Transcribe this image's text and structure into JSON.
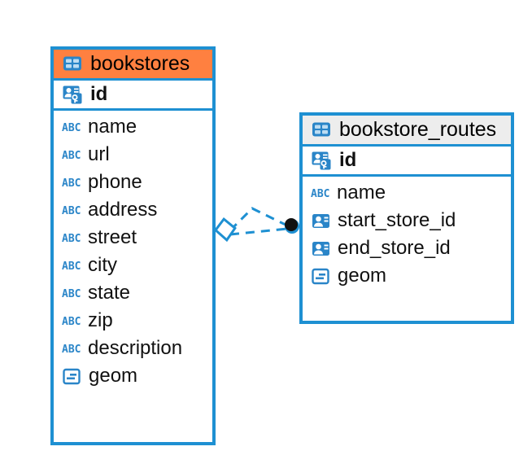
{
  "diagram": {
    "type": "entity-relationship-diagram",
    "background": "#ffffff",
    "accent_color": "#1e90d2",
    "selected_header_color": "#ff8040",
    "normal_header_color": "#ededed"
  },
  "entities": [
    {
      "name": "bookstores",
      "selected": true,
      "header_icon": "table-icon",
      "primary_key": {
        "label": "id",
        "icon": "primary-key-icon",
        "type": "pk"
      },
      "fields": [
        {
          "label": "name",
          "icon": "text-field-icon",
          "type": "text"
        },
        {
          "label": "url",
          "icon": "text-field-icon",
          "type": "text"
        },
        {
          "label": "phone",
          "icon": "text-field-icon",
          "type": "text"
        },
        {
          "label": "address",
          "icon": "text-field-icon",
          "type": "text"
        },
        {
          "label": "street",
          "icon": "text-field-icon",
          "type": "text"
        },
        {
          "label": "city",
          "icon": "text-field-icon",
          "type": "text"
        },
        {
          "label": "state",
          "icon": "text-field-icon",
          "type": "text"
        },
        {
          "label": "zip",
          "icon": "text-field-icon",
          "type": "text"
        },
        {
          "label": "description",
          "icon": "text-field-icon",
          "type": "text"
        },
        {
          "label": "geom",
          "icon": "geometry-field-icon",
          "type": "geometry"
        }
      ]
    },
    {
      "name": "bookstore_routes",
      "selected": false,
      "header_icon": "table-icon",
      "primary_key": {
        "label": "id",
        "icon": "primary-key-icon",
        "type": "pk"
      },
      "fields": [
        {
          "label": "name",
          "icon": "text-field-icon",
          "type": "text"
        },
        {
          "label": "start_store_id",
          "icon": "foreign-key-icon",
          "type": "fk"
        },
        {
          "label": "end_store_id",
          "icon": "foreign-key-icon",
          "type": "fk"
        },
        {
          "label": "geom",
          "icon": "geometry-field-icon",
          "type": "geometry"
        }
      ]
    }
  ],
  "relationship": {
    "style": "dashed",
    "color": "#1e90d2",
    "source_endpoint": "open-diamond",
    "target_endpoint": "filled-circle",
    "target_endpoint_color": "#111111",
    "from": "bookstores",
    "to": "bookstore_routes"
  }
}
